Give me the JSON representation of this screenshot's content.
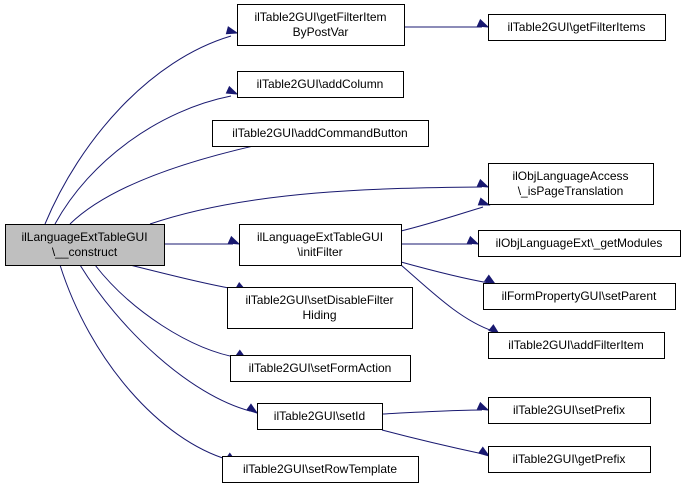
{
  "diagram": {
    "nodes": {
      "root": [
        "ilLanguageExtTableGUI",
        "\\__construct"
      ],
      "getFilterItemByPostVar": [
        "ilTable2GUI\\getFilterItem",
        "ByPostVar"
      ],
      "getFilterItems": [
        "ilTable2GUI\\getFilterItems"
      ],
      "addColumn": [
        "ilTable2GUI\\addColumn"
      ],
      "addCommandButton": [
        "ilTable2GUI\\addCommandButton"
      ],
      "isPageTranslation": [
        "ilObjLanguageAccess",
        "\\_isPageTranslation"
      ],
      "initFilter": [
        "ilLanguageExtTableGUI",
        "\\initFilter"
      ],
      "getModules": [
        "ilObjLanguageExt\\_getModules"
      ],
      "setParent": [
        "ilFormPropertyGUI\\setParent"
      ],
      "addFilterItem": [
        "ilTable2GUI\\addFilterItem"
      ],
      "setDisableFilterHiding": [
        "ilTable2GUI\\setDisableFilter",
        "Hiding"
      ],
      "setFormAction": [
        "ilTable2GUI\\setFormAction"
      ],
      "setId": [
        "ilTable2GUI\\setId"
      ],
      "setPrefix": [
        "ilTable2GUI\\setPrefix"
      ],
      "getPrefix": [
        "ilTable2GUI\\getPrefix"
      ],
      "setRowTemplate": [
        "ilTable2GUI\\setRowTemplate"
      ]
    },
    "edges": [
      [
        "root",
        "getFilterItemByPostVar"
      ],
      [
        "root",
        "addColumn"
      ],
      [
        "root",
        "addCommandButton"
      ],
      [
        "root",
        "isPageTranslation"
      ],
      [
        "root",
        "initFilter"
      ],
      [
        "root",
        "setDisableFilterHiding"
      ],
      [
        "root",
        "setFormAction"
      ],
      [
        "root",
        "setId"
      ],
      [
        "root",
        "setRowTemplate"
      ],
      [
        "getFilterItemByPostVar",
        "getFilterItems"
      ],
      [
        "initFilter",
        "isPageTranslation"
      ],
      [
        "initFilter",
        "getModules"
      ],
      [
        "initFilter",
        "setParent"
      ],
      [
        "initFilter",
        "addFilterItem"
      ],
      [
        "setId",
        "setPrefix"
      ],
      [
        "setId",
        "getPrefix"
      ]
    ]
  }
}
